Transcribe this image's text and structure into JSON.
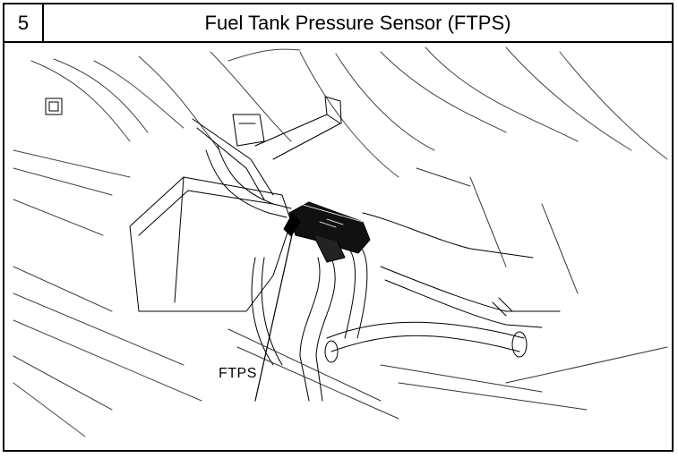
{
  "header": {
    "step_number": "5",
    "title": "Fuel Tank Pressure Sensor (FTPS)"
  },
  "drawing": {
    "callout_label": "FTPS",
    "line_color": "#000000",
    "background_color": "#ffffff"
  }
}
